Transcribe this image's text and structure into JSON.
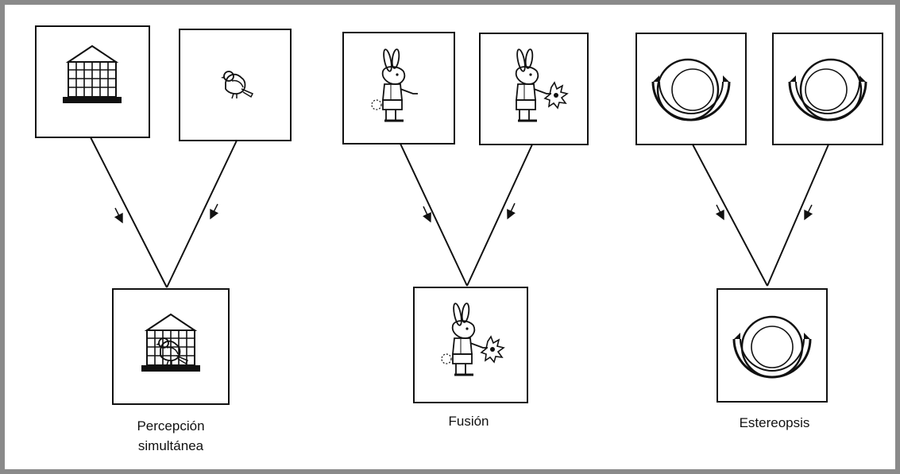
{
  "diagram": {
    "panels": [
      {
        "id": "simultaneous",
        "left_image": "cage-icon",
        "right_image": "bird-icon",
        "result_image": "bird-in-cage-icon",
        "caption_lines": [
          "Percepción",
          "simultánea"
        ]
      },
      {
        "id": "fusion",
        "left_image": "rabbit-with-tail-icon",
        "right_image": "rabbit-with-flowers-icon",
        "result_image": "rabbit-complete-icon",
        "caption_lines": [
          "Fusión"
        ]
      },
      {
        "id": "stereopsis",
        "left_image": "ring-left-icon",
        "right_image": "ring-right-icon",
        "result_image": "ring-fused-icon",
        "caption_lines": [
          "Estereopsis"
        ]
      }
    ]
  }
}
